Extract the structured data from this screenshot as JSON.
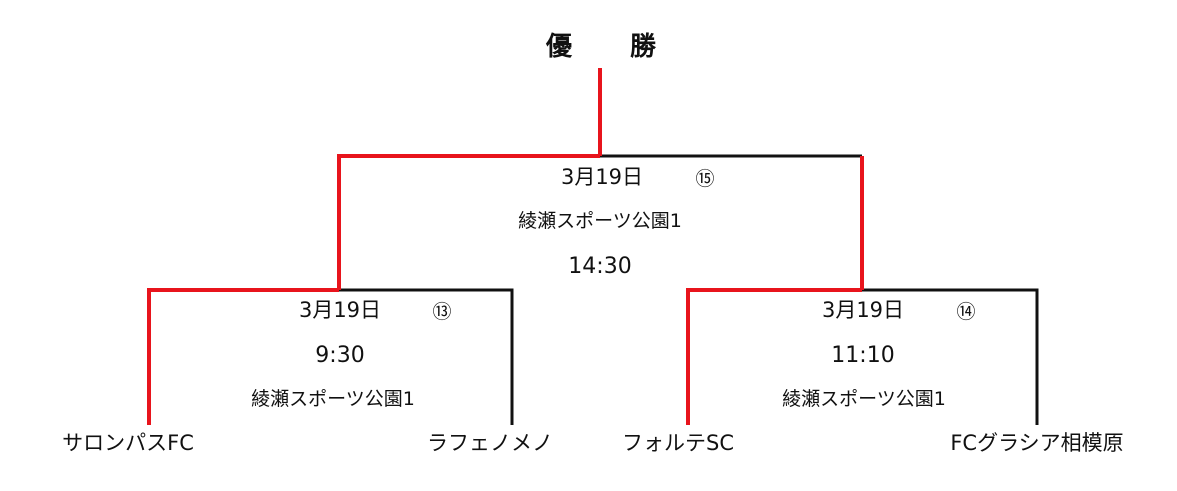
{
  "title_chars": [
    "優",
    "勝"
  ],
  "colors": {
    "winner_path": "#e8141c",
    "line": "#111111"
  },
  "teams": [
    "サロンパスFC",
    "ラフェノメノ",
    "フォルテSC",
    "FCグラシア相模原"
  ],
  "matches": [
    {
      "number": "⑬",
      "date": "3月19日",
      "time": "9:30",
      "venue": "綾瀬スポーツ公園1"
    },
    {
      "number": "⑭",
      "date": "3月19日",
      "time": "11:10",
      "venue": "綾瀬スポーツ公園1"
    },
    {
      "number": "⑮",
      "date": "3月19日",
      "venue": "綾瀬スポーツ公園1",
      "time": "14:30"
    }
  ]
}
